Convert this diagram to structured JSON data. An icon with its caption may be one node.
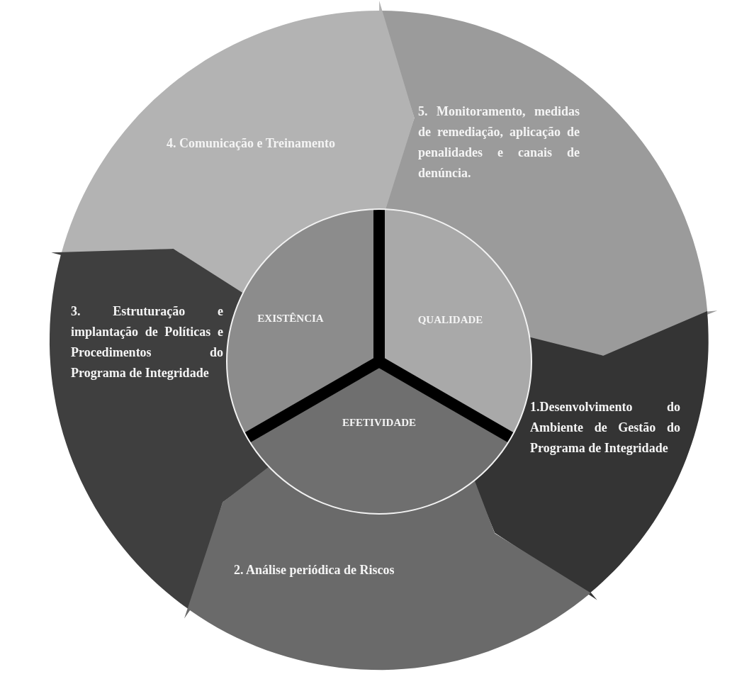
{
  "diagram": {
    "nodes": [
      {
        "text": [
          "5. Monitoramento, medidas de remediação, aplicação de penalidades e canais de denúncia."
        ]
      },
      {
        "text": [
          "4. Comunicação e Treinamento"
        ]
      },
      {
        "text": [
          "3. Estruturação e implantação de Políticas e Procedimentos do Programa de Integridade"
        ]
      },
      {
        "text": [
          "EXISTÊNCIA"
        ]
      },
      {
        "text": [
          "QUALIDADE"
        ]
      },
      {
        "text": [
          "EFETIVIDADE"
        ]
      },
      {
        "text": [
          "1.Desenvolvimento do Ambiente de Gestão do Programa de Integridade"
        ]
      },
      {
        "text": [
          "2. Análise periódica de Riscos"
        ]
      }
    ]
  }
}
